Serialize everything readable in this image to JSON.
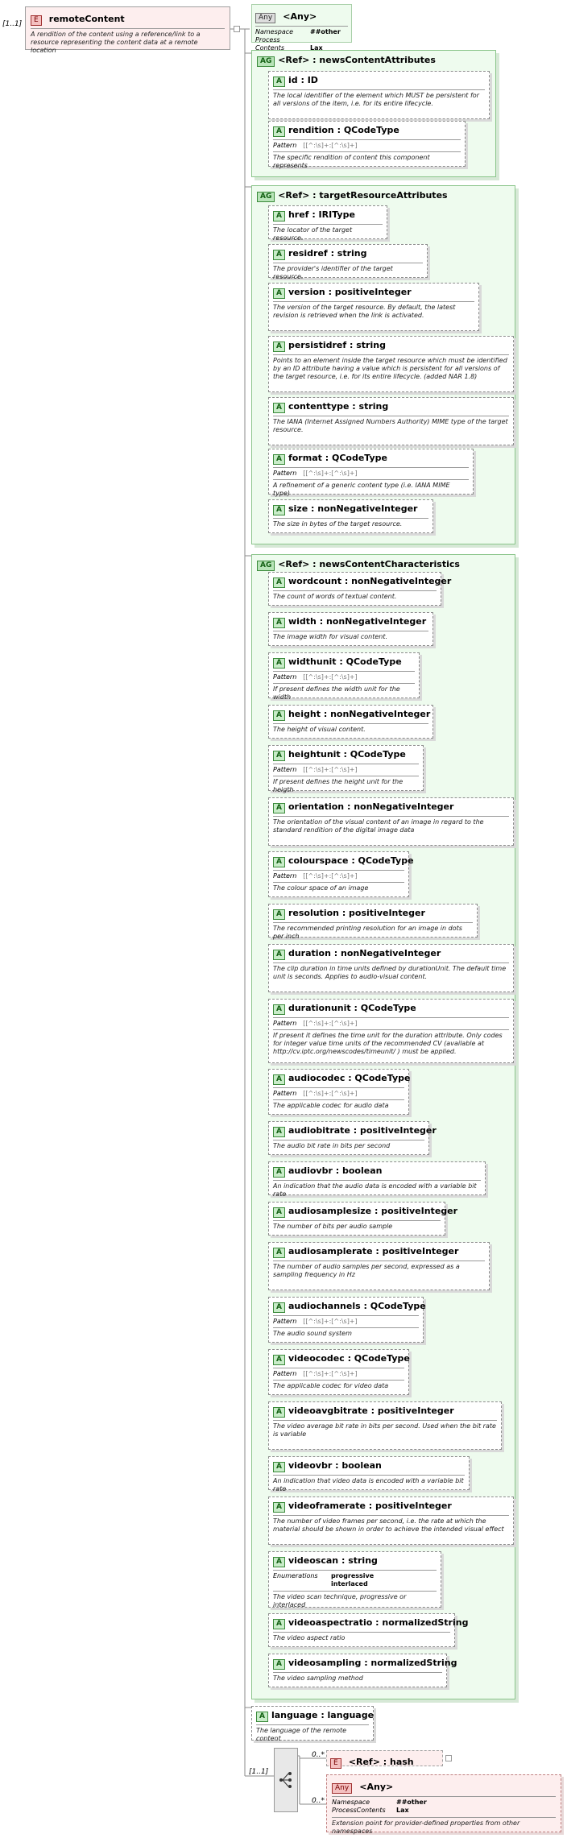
{
  "root": {
    "multiplicity": "[1..1]",
    "tag": "E",
    "name": "remoteContent",
    "doc": "A rendition of the content using a reference/link to a resource representing the content data at a remote location"
  },
  "any_top": {
    "tag": "Any",
    "name": "<Any>",
    "namespace_label": "Namespace",
    "namespace_value": "##other",
    "process_label": "Process Contents",
    "process_value": "Lax"
  },
  "groups": {
    "attributes": {
      "tag": "AG",
      "name": "<Ref>       : newsContentAttributes"
    },
    "target": {
      "tag": "AG",
      "name": "<Ref>       : targetResourceAttributes"
    },
    "characteristics": {
      "tag": "AG",
      "name": "<Ref>       : newsContentCharacteristics"
    }
  },
  "pattern_label": "Pattern",
  "pattern_value": "[[^:\\s]+:[^:\\s]+]",
  "enum_label": "Enumerations",
  "attr_tag": "A",
  "attrs_attributes": [
    {
      "name": "id",
      "type": ": ID",
      "doc": "The local identifier of the element which MUST be persistent for all versions of the item, i.e. for its entire lifecycle."
    },
    {
      "name": "rendition",
      "type": ": QCodeType",
      "pattern": true,
      "doc": "The specific rendition of content this component represents"
    }
  ],
  "attrs_target": [
    {
      "name": "href",
      "type": ": IRIType",
      "doc": "The locator of the target resource."
    },
    {
      "name": "residref",
      "type": ": string",
      "doc": "The  provider's identifier of the target resource."
    },
    {
      "name": "version",
      "type": ": positiveInteger",
      "doc": "The version of the target resource. By default, the latest revision is retrieved when the link is activated."
    },
    {
      "name": "persistidref",
      "type": ": string",
      "doc": "Points to an element inside the target resource which must be identified by an ID attribute having a value which is persistent for all versions of the target resource, i.e. for its entire lifecycle. (added NAR 1.8)"
    },
    {
      "name": "contenttype",
      "type": ": string",
      "doc": "The IANA (Internet Assigned Numbers Authority) MIME type of the target resource."
    },
    {
      "name": "format",
      "type": ": QCodeType",
      "pattern": true,
      "doc": "A refinement of a generic content type (i.e. IANA MIME type)"
    },
    {
      "name": "size",
      "type": ": nonNegativeInteger",
      "doc": "The size in bytes of the target resource."
    }
  ],
  "attrs_chars": [
    {
      "name": "wordcount",
      "type": ": nonNegativeInteger",
      "doc": "The count of words of textual content."
    },
    {
      "name": "width",
      "type": ": nonNegativeInteger",
      "doc": "The image width for visual content."
    },
    {
      "name": "widthunit",
      "type": ": QCodeType",
      "pattern": true,
      "doc": "If present defines the width unit for the width"
    },
    {
      "name": "height",
      "type": ": nonNegativeInteger",
      "doc": "The height of visual content."
    },
    {
      "name": "heightunit",
      "type": ": QCodeType",
      "pattern": true,
      "doc": "If present defines the height unit for the heigth"
    },
    {
      "name": "orientation",
      "type": ": nonNegativeInteger",
      "doc": "The orientation of the visual content of an image in regard to the standard rendition of the digital image data"
    },
    {
      "name": "colourspace",
      "type": ": QCodeType",
      "pattern": true,
      "doc": "The colour space of an image"
    },
    {
      "name": "resolution",
      "type": ": positiveInteger",
      "doc": "The recommended printing resolution for an image in dots per inch"
    },
    {
      "name": "duration",
      "type": ": nonNegativeInteger",
      "doc": "The clip duration in time units defined by durationUnit. The default time unit is seconds. Applies to audio-visual content."
    },
    {
      "name": "durationunit",
      "type": ": QCodeType",
      "pattern": true,
      "doc": "If present it defines the time unit for the duration attribute. Only codes for integer value time units of the recommended CV (available at http://cv.iptc.org/newscodes/timeunit/ )  must be applied."
    },
    {
      "name": "audiocodec",
      "type": ": QCodeType",
      "pattern": true,
      "doc": "The applicable codec for audio data"
    },
    {
      "name": "audiobitrate",
      "type": ": positiveInteger",
      "doc": "The audio bit rate in  bits per second"
    },
    {
      "name": "audiovbr",
      "type": ": boolean",
      "doc": "An indication that the audio data is encoded with a variable bit rate"
    },
    {
      "name": "audiosamplesize",
      "type": ": positiveInteger",
      "doc": "The number of bits per audio sample"
    },
    {
      "name": "audiosamplerate",
      "type": ": positiveInteger",
      "doc": "The number of audio samples per second, expressed as a sampling frequency in Hz"
    },
    {
      "name": "audiochannels",
      "type": ": QCodeType",
      "pattern": true,
      "doc": "The audio sound system"
    },
    {
      "name": "videocodec",
      "type": ": QCodeType",
      "pattern": true,
      "doc": "The applicable codec for video data"
    },
    {
      "name": "videoavgbitrate",
      "type": ": positiveInteger",
      "doc": "The video average bit rate in bits per second. Used when the bit rate is variable"
    },
    {
      "name": "videovbr",
      "type": ": boolean",
      "doc": "An indication that video data is encoded with a variable bit rate"
    },
    {
      "name": "videoframerate",
      "type": ": positiveInteger",
      "doc": "The number of video frames per second, i.e. the rate at which the material should be shown in order to achieve the intended visual effect"
    },
    {
      "name": "videoscan",
      "type": ": string",
      "enums": [
        "progressive",
        "interlaced"
      ],
      "doc": "The video scan technique, progressive or interlaced"
    },
    {
      "name": "videoaspectratio",
      "type": ": normalizedString",
      "doc": "The video aspect ratio"
    },
    {
      "name": "videosampling",
      "type": ": normalizedString",
      "doc": "The video sampling method"
    }
  ],
  "language": {
    "name": "language",
    "type": ": language",
    "doc": "The language of the remote content"
  },
  "choice": {
    "multiplicity": "[1..1]",
    "hash_mult": "0..*",
    "hash_tag": "E",
    "hash_name": "<Ref>       : hash",
    "any_mult": "0..*",
    "any_tag": "Any",
    "any_name": "<Any>",
    "namespace_label": "Namespace",
    "namespace_value": "##other",
    "process_label": "ProcessContents",
    "process_value": "Lax",
    "any_doc": "Extension point for provider-defined properties from other namespaces"
  }
}
